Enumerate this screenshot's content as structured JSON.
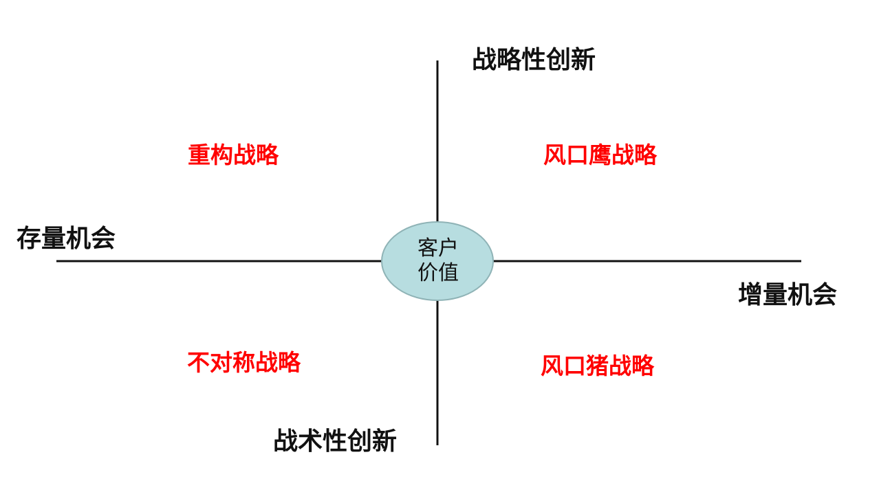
{
  "axes": {
    "top": "战略性创新",
    "bottom": "战术性创新",
    "left": "存量机会",
    "right": "增量机会"
  },
  "quadrants": {
    "top_left": "重构战略",
    "top_right": "风口鹰战略",
    "bottom_left": "不对称战略",
    "bottom_right": "风口猪战略"
  },
  "center": {
    "line1": "客户",
    "line2": "价值"
  },
  "colors": {
    "quadrant_text": "#ff0000",
    "center_fill": "#b7dde0",
    "center_stroke": "#8fb3b6",
    "axis_line": "#111111"
  }
}
